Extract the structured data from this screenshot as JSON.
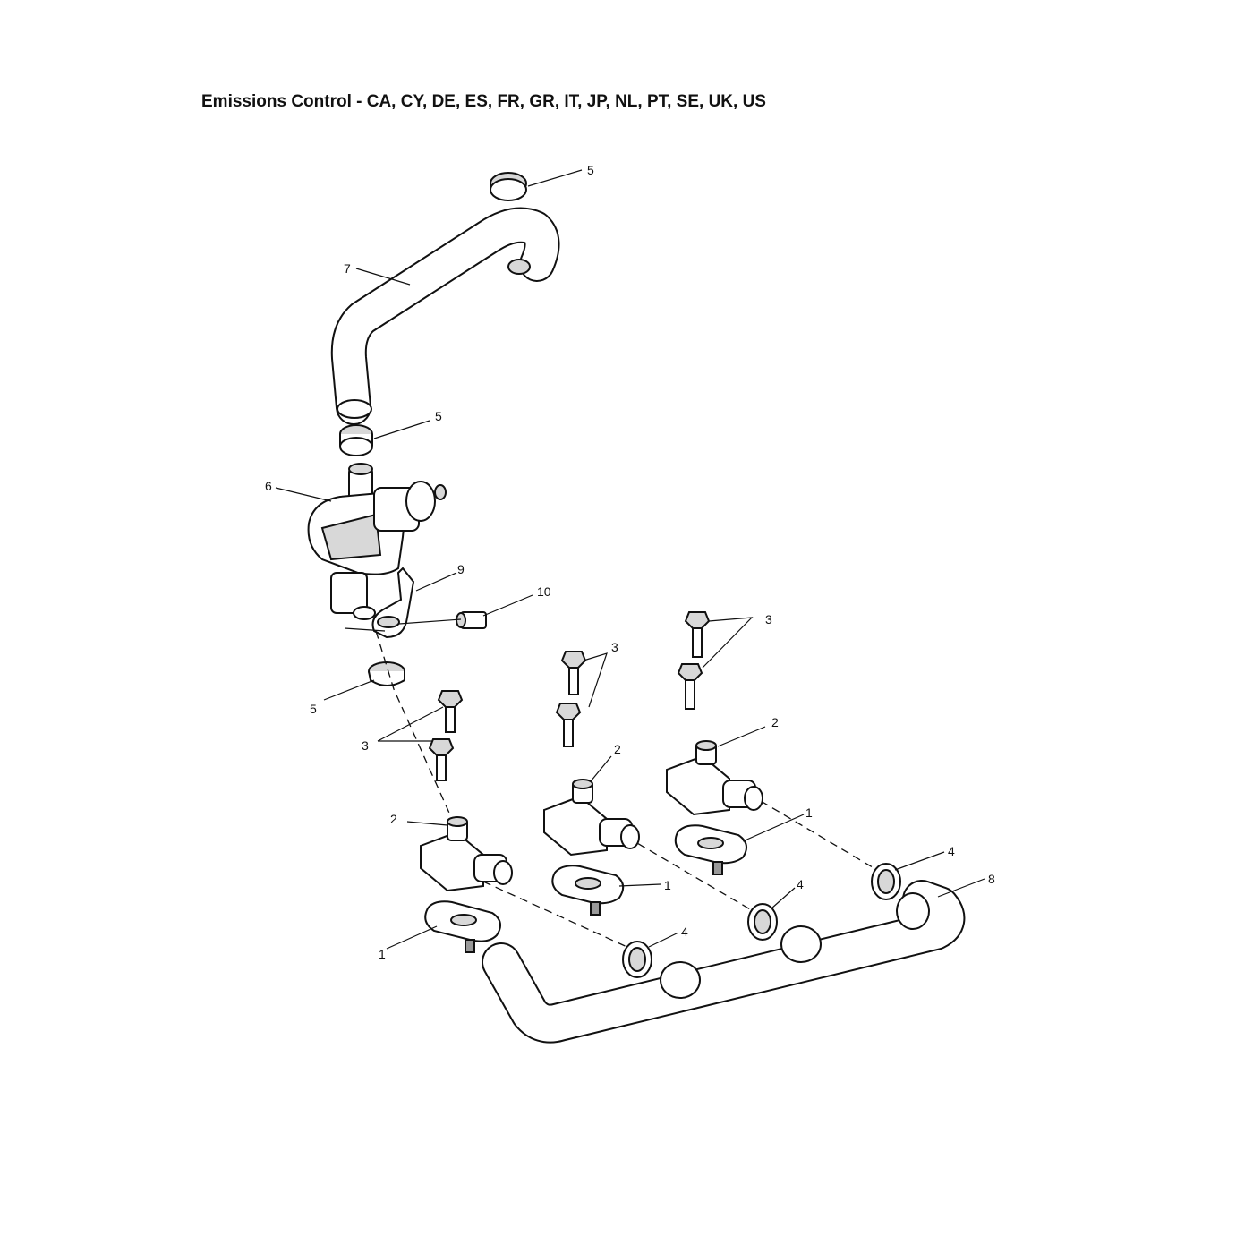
{
  "title": "Emissions Control - CA, CY, DE, ES, FR, GR, IT, JP, NL, PT, SE, UK, US",
  "callouts": {
    "c1a": "5",
    "c1b": "7",
    "c1c": "5",
    "c1d": "6",
    "c1e": "9",
    "c1f": "10",
    "c1g": "5",
    "c1h": "3",
    "c1i": "3",
    "c1j": "3",
    "c1k": "2",
    "c1l": "2",
    "c1m": "2",
    "c1n": "1",
    "c1o": "1",
    "c1p": "1",
    "c1q": "4",
    "c1r": "4",
    "c1s": "4",
    "c1t": "8"
  }
}
